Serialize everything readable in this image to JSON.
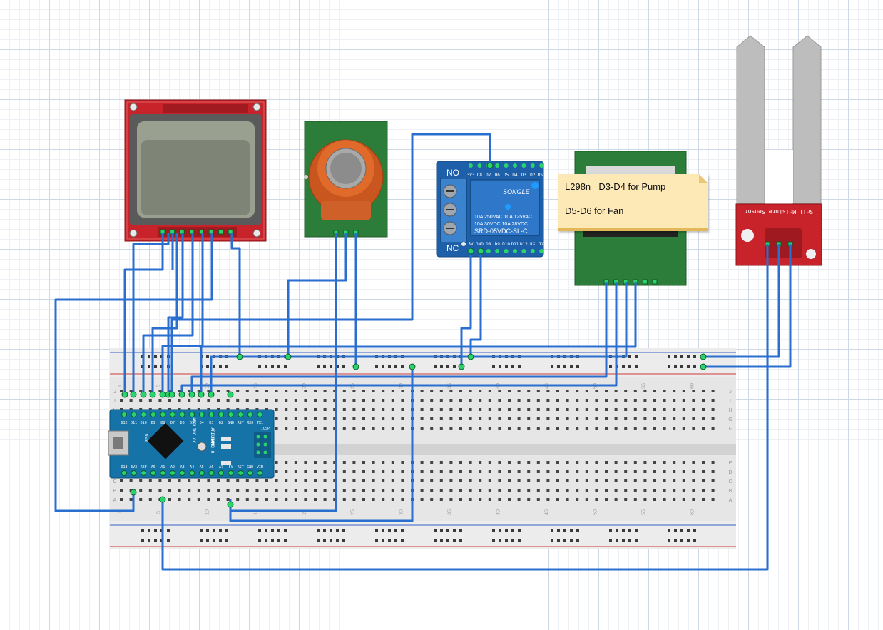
{
  "note": {
    "line1": "L298n= D3-D4 for Pump",
    "line2": "D5-D6 for Fan"
  },
  "relay": {
    "no": "NO",
    "nc": "NC",
    "brand": "SONGLE",
    "spec1": "10A 250VAC  10A 125VAC",
    "spec2": "10A  30VDC  10A  28VDC",
    "model": "SRD-05VDC-SL-C",
    "top_pins": [
      "3V3",
      "D8",
      "D7",
      "D6",
      "D5",
      "D4",
      "D3",
      "D2",
      "RST"
    ],
    "bottom_pins": [
      "5V",
      "GND",
      "D8",
      "D9",
      "D10",
      "D11",
      "D12",
      "RX",
      "TX"
    ]
  },
  "arduino": {
    "label1": "ARDUINO.CC",
    "label2": "ARDUINO",
    "label3": "NANO",
    "label4": "V3.0",
    "usb": "USB",
    "top_pins": [
      "D12",
      "D11",
      "D10",
      "D9",
      "D8",
      "D7",
      "D6",
      "D5",
      "D4",
      "D3",
      "D2",
      "GND",
      "RST",
      "RX0",
      "TX1"
    ],
    "bottom_pins": [
      "D13",
      "3V3",
      "REF",
      "A0",
      "A1",
      "A2",
      "A3",
      "A4",
      "A5",
      "A6",
      "A7",
      "5V",
      "RST",
      "GND",
      "VIN"
    ],
    "icsp": "ICSP"
  },
  "soil_sensor": {
    "label": "Soil Moisture Sensor"
  },
  "breadboard": {
    "column_numbers": [
      "1",
      "5",
      "10",
      "15",
      "20",
      "25",
      "30",
      "35",
      "40",
      "45",
      "50",
      "55",
      "60"
    ],
    "row_letters_top": [
      "J",
      "I",
      "H",
      "G",
      "F"
    ],
    "row_letters_bottom": [
      "E",
      "D",
      "C",
      "B",
      "A"
    ]
  },
  "colors": {
    "wire": "#2a6fd0",
    "breadboard": "#e8e8e8",
    "pcb_red": "#c8232a",
    "pcb_green": "#2d7d3a",
    "relay_blue": "#1d5fa8",
    "nano_blue": "#1673a8",
    "note_yellow": "#fde9b6"
  }
}
